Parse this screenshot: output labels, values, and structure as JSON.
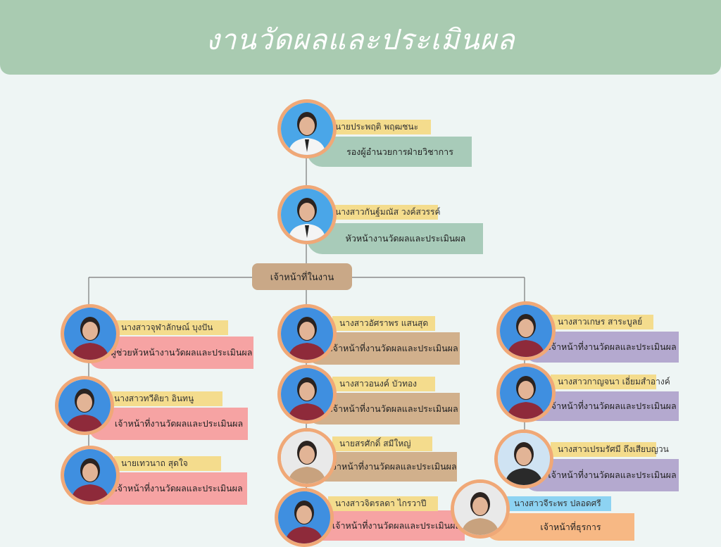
{
  "header": {
    "title": "งานวัดผลและประเมินผล"
  },
  "staff_label": "เจ้าหน้าที่ในงาน",
  "colors": {
    "green": "#a8cbb9",
    "pink": "#f6a3a3",
    "tan": "#d1b08c",
    "lavender": "#b4a9cf",
    "peach": "#f7b884",
    "yellow_tag": "#f4dc8d",
    "blue_tag": "#8dd3f2",
    "photo_border": "#f0a877"
  },
  "people": [
    {
      "name": "นายประพฤติ   พฤฒชนะ",
      "role": "รองผู้อำนวยการฝ่ายวิชาการ"
    },
    {
      "name": "นางสาวกันฐ์มณัส   วงค์สวรรค์",
      "role": "หัวหน้างานวัดผลและประเมินผล"
    },
    {
      "name": "นางสาวจุฬาลักษณ์   บุงปัน",
      "role": "ผู้ช่วยหัวหน้างานวัดผลและประเมินผล"
    },
    {
      "name": "นางสาวทวีติยา   อินทนู",
      "role": "เจ้าหน้าที่งานวัดผลและประเมินผล"
    },
    {
      "name": "นายเทวนาถ   สุดใจ",
      "role": "เจ้าหน้าที่งานวัดผลและประเมินผล"
    },
    {
      "name": "นางสาวอัศราพร   แสนสุด",
      "role": "เจ้าหน้าที่งานวัดผลและประเมินผล"
    },
    {
      "name": "นางสาวอนงค์   บัวทอง",
      "role": "เจ้าหน้าที่งานวัดผลและประเมินผล"
    },
    {
      "name": "นายสรศักดิ์   สมีใหญ่",
      "role": "เจ้าหน้าที่งานวัดผลและประเมินผล"
    },
    {
      "name": "นางสาวจิตรลดา   ไกรวาปี",
      "role": "เจ้าหน้าที่งานวัดผลและประเมินผล"
    },
    {
      "name": "นางสาวเกษร    สาระบูลย์",
      "role": "เจ้าหน้าที่งานวัดผลและประเมินผล"
    },
    {
      "name": "นางสาวกาญจนา   เอี่ยมสำอางค์",
      "role": "เจ้าหน้าที่งานวัดผลและประเมินผล"
    },
    {
      "name": "นางสาวเปรมรัศมี   ถึงเสียบญวน",
      "role": "เจ้าหน้าที่งานวัดผลและประเมินผล"
    },
    {
      "name": "นางสาวจีระพร   ปลอดศรี",
      "role": "เจ้าหน้าที่ธุรการ"
    }
  ]
}
